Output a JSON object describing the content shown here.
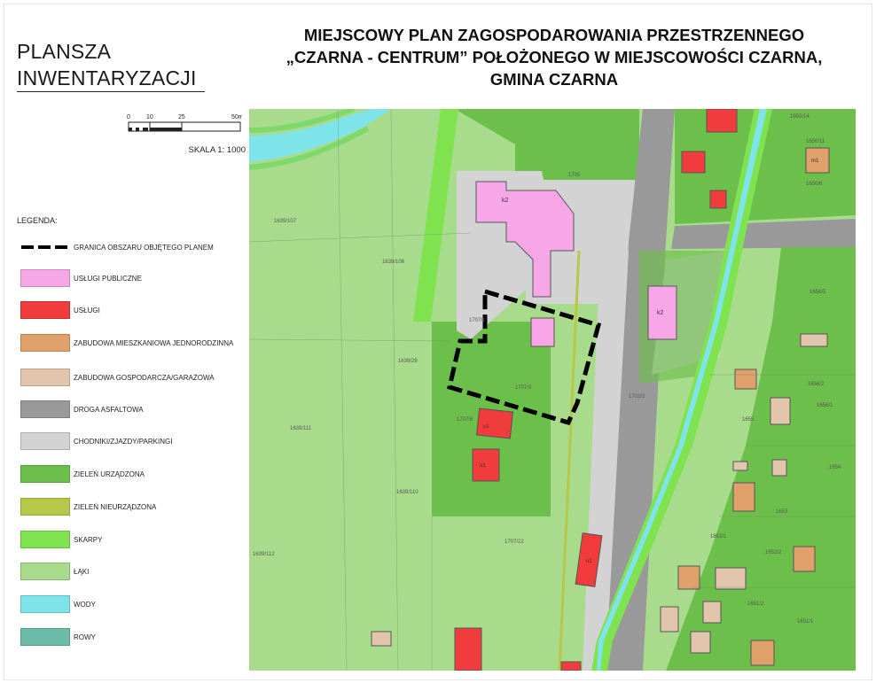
{
  "header": {
    "plansza_line1": "PLANSZA",
    "plansza_line2": "INWENTARYZACJI",
    "title_line1": "MIEJSCOWY PLAN ZAGOSPODAROWANIA PRZESTRZENNEGO",
    "title_line2": "„CZARNA - CENTRUM” POŁOŻONEGO W MIEJSCOWOŚCI CZARNA,",
    "title_line3": "GMINA CZARNA"
  },
  "scale": {
    "ticks": [
      "0",
      "10",
      "25",
      "50m"
    ],
    "label": "SKALA 1: 1000"
  },
  "legend": {
    "title": "LEGENDA:",
    "items": [
      {
        "key": "boundary",
        "label": "GRANICA OBSZARU OBJĘTEGO PLANEM",
        "color": "#000000"
      },
      {
        "key": "public",
        "label": "USŁUGI PUBLICZNE",
        "color": "#f7a6e8"
      },
      {
        "key": "services",
        "label": "USŁUGI",
        "color": "#f03c3c"
      },
      {
        "key": "residential",
        "label": "ZABUDOWA MIESZKANIOWA JEDNORODZINNA",
        "color": "#e0a06a"
      },
      {
        "key": "farm",
        "label": "ZABUDOWA GOSPODARCZA/GARAŻOWA",
        "color": "#e2c5ad"
      },
      {
        "key": "asphalt",
        "label": "DROGA ASFALTOWA",
        "color": "#999999"
      },
      {
        "key": "sidewalk",
        "label": "CHODNIKI/ZJAZDY/PARKINGI",
        "color": "#d3d3d3"
      },
      {
        "key": "green_managed",
        "label": "ZIELEŃ URZĄDZONA",
        "color": "#6dbf4b"
      },
      {
        "key": "green_wild",
        "label": "ZIELEŃ NIEURZĄDZONA",
        "color": "#b6c84a"
      },
      {
        "key": "slopes",
        "label": "SKARPY",
        "color": "#7fe34f"
      },
      {
        "key": "meadows",
        "label": "ŁĄKI",
        "color": "#a8dc8c"
      },
      {
        "key": "water",
        "label": "WODY",
        "color": "#7fe3ea"
      },
      {
        "key": "ditches",
        "label": "ROWY",
        "color": "#6dbcaa"
      }
    ]
  },
  "map": {
    "parcels": [
      "1639/107",
      "1639/106",
      "1705",
      "1707/1",
      "1707/3",
      "1639/29",
      "1639/111",
      "1707/6",
      "1707/22",
      "1702/2",
      "1639/110",
      "1639/112",
      "1656/5",
      "1656/1",
      "1656/2",
      "1655",
      "1654",
      "1653",
      "1652/1",
      "1652/2",
      "1651/2",
      "1651/1",
      "1650/14",
      "1650/11",
      "1650/8"
    ],
    "building_labels": [
      "k2",
      "k2",
      "u1",
      "u1",
      "u1",
      "m1"
    ]
  }
}
